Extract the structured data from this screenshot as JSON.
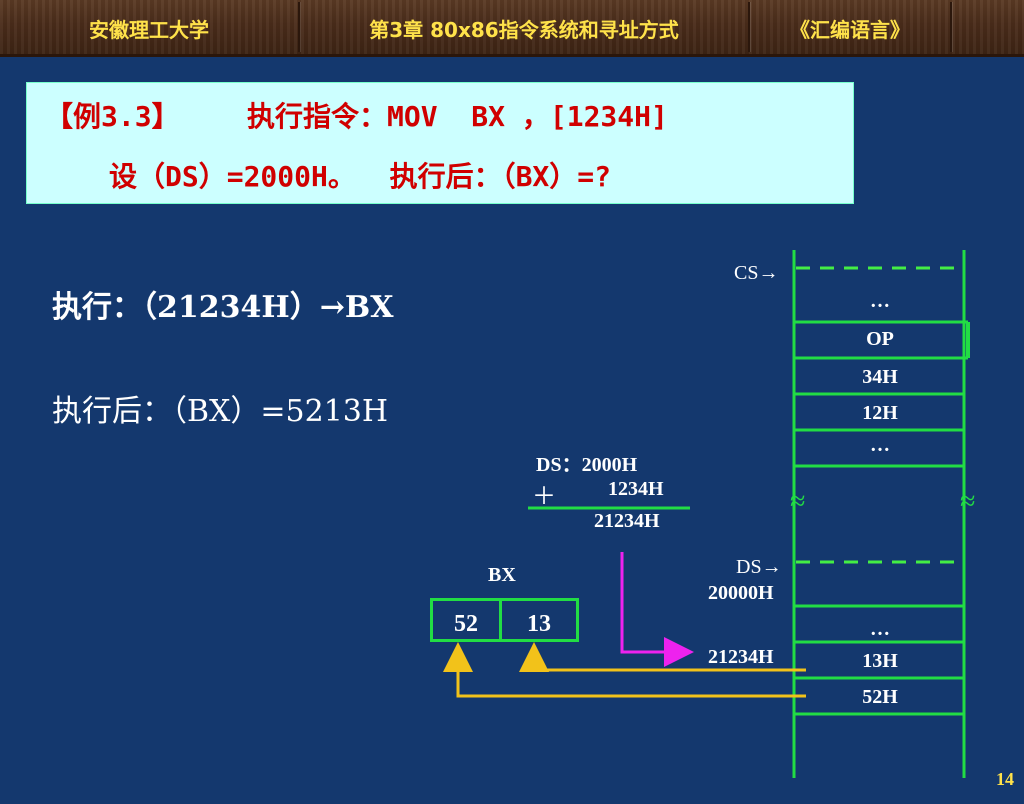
{
  "header": {
    "school": "安徽理工大学",
    "chapter": "第3章   80x86指令系统和寻址方式",
    "course": "《汇编语言》"
  },
  "task": {
    "line1": "【例3.3】    执行指令：MOV  BX ，[1234H]",
    "line2": "设（DS）=2000H。  执行后：（BX）=?"
  },
  "body": {
    "exec_line": "执行：（21234H）→BX",
    "result_line": "执行后：（BX）=5213H"
  },
  "calc": {
    "ds_line": "DS：2000H",
    "plus": "＋",
    "offset": "1234H",
    "sum": "21234H"
  },
  "bx": {
    "label": "BX",
    "high": "52",
    "low": "13"
  },
  "memory": {
    "cs_label": "CS→",
    "ds_label": "DS→",
    "ds_addr": "20000H",
    "target_addr": "21234H",
    "wave": "≈",
    "code_cells": [
      "…",
      "OP",
      "34H",
      "12H",
      "…"
    ],
    "data_cells": [
      "…",
      "13H",
      "52H"
    ]
  },
  "page_number": "14",
  "colors": {
    "background": "#14386e",
    "header_text": "#ffe24a",
    "task_bg": "#ccffff",
    "task_text": "#d00000",
    "memory_line": "#22dd44",
    "dashed_line": "#44ee44",
    "arrow_magenta": "#ee22ee",
    "arrow_yellow": "#f2c21a"
  }
}
